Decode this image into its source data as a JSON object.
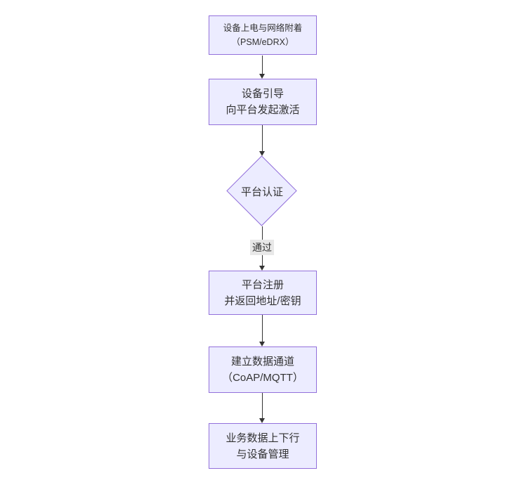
{
  "diagram": {
    "type": "flowchart-vertical",
    "colors": {
      "node_fill": "#ECECFF",
      "node_border": "#9370DB",
      "edge_line": "#333333",
      "edge_label_bg": "#E8E8E8",
      "text": "#333333",
      "background": "#FFFFFF"
    },
    "nodes": [
      {
        "id": "power-attach",
        "shape": "rect",
        "lines": [
          "设备上电与网络附着",
          "（PSM/eDRX）"
        ]
      },
      {
        "id": "bootstrap",
        "shape": "rect",
        "lines": [
          "设备引导",
          "向平台发起激活"
        ]
      },
      {
        "id": "auth",
        "shape": "diamond",
        "lines": [
          "平台认证"
        ]
      },
      {
        "id": "register",
        "shape": "rect",
        "lines": [
          "平台注册",
          "并返回地址/密钥"
        ]
      },
      {
        "id": "channel",
        "shape": "rect",
        "lines": [
          "建立数据通道",
          "（CoAP/MQTT）"
        ]
      },
      {
        "id": "business",
        "shape": "rect",
        "lines": [
          "业务数据上下行",
          "与设备管理"
        ]
      }
    ],
    "edges": [
      {
        "from": "power-attach",
        "to": "bootstrap",
        "label": ""
      },
      {
        "from": "bootstrap",
        "to": "auth",
        "label": ""
      },
      {
        "from": "auth",
        "to": "register",
        "label": "通过"
      },
      {
        "from": "register",
        "to": "channel",
        "label": ""
      },
      {
        "from": "channel",
        "to": "business",
        "label": ""
      }
    ]
  }
}
